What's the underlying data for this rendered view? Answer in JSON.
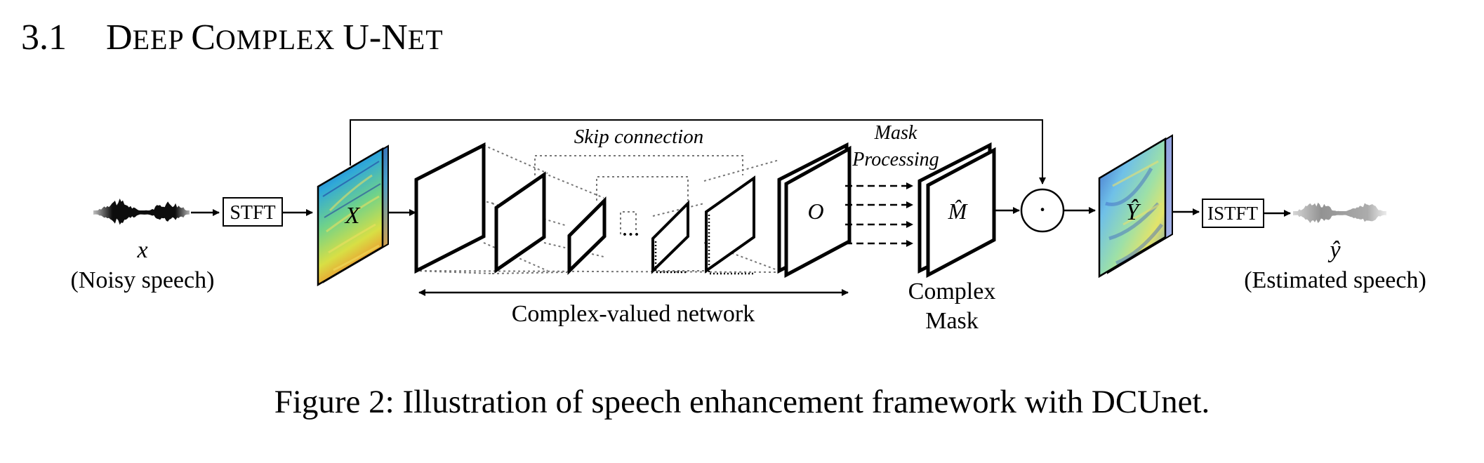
{
  "section": {
    "number": "3.1",
    "title_parts": [
      {
        "text": "D",
        "style": "lg"
      },
      {
        "text": "EEP ",
        "style": "sc"
      },
      {
        "text": "C",
        "style": "lg"
      },
      {
        "text": "OMPLEX ",
        "style": "sc"
      },
      {
        "text": "U-N",
        "style": "lg"
      },
      {
        "text": "ET",
        "style": "sc"
      }
    ]
  },
  "figure": {
    "input_var": "x",
    "input_label": "(Noisy speech)",
    "stft_label": "STFT",
    "spectrogram_var": "X",
    "skip_label": "Skip connection",
    "dots": "···",
    "network_label": "Complex-valued network",
    "output_var": "O",
    "mask_processing_line1": "Mask",
    "mask_processing_line2": "Processing",
    "mask_var": "M̂",
    "mask_label_line1": "Complex",
    "mask_label_line2": "Mask",
    "multiply_symbol": "·",
    "estimate_var": "Ŷ",
    "istft_label": "ISTFT",
    "output_speech_var": "ŷ",
    "output_label": "(Estimated speech)"
  },
  "caption": "Figure 2: Illustration of speech enhancement framework with DCUnet."
}
